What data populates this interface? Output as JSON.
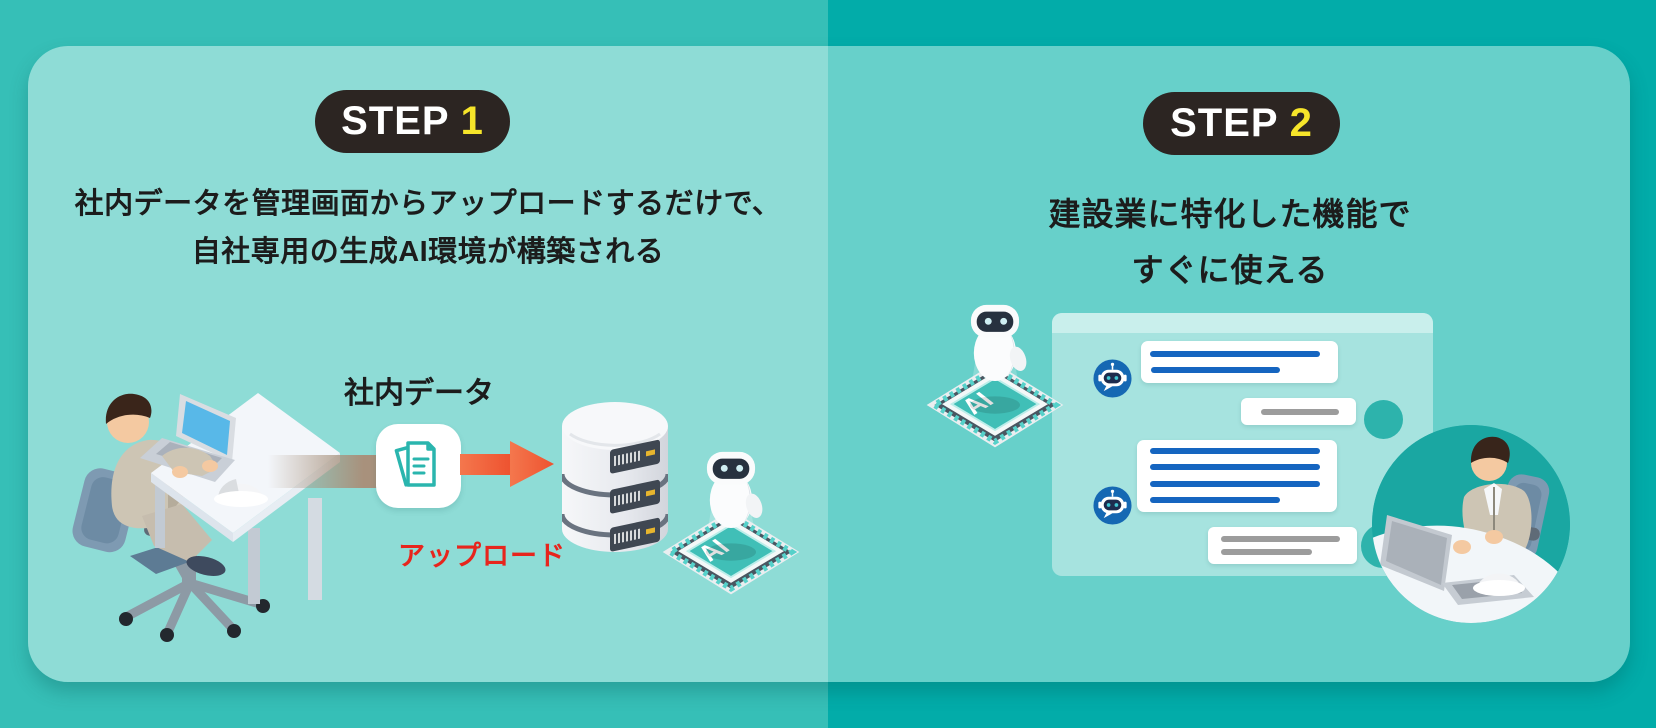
{
  "step1": {
    "badge_label": "STEP",
    "badge_number": "1",
    "heading_line1": "社内データを管理画面からアップロードするだけで、",
    "heading_line2": "自社専用の生成AI環境が構築される",
    "data_label": "社内データ",
    "upload_label": "アップロード",
    "chip_label": "AI"
  },
  "step2": {
    "badge_label": "STEP",
    "badge_number": "2",
    "heading_line1": "建設業に特化した機能で",
    "heading_line2": "すぐに使える",
    "chip_label": "AI"
  },
  "palette": {
    "bg_left": "#36bfb7",
    "bg_right": "#02aca9",
    "card_left": "#8edcd6",
    "card_right": "#67d0ca",
    "badge_bg": "#2c2522",
    "badge_number_yellow": "#f6e52a",
    "heading_text": "#1c1c1c",
    "upload_red": "#e7251d",
    "arrow_orange": "#f15f36",
    "doc_teal": "#2ab5ae",
    "chat_line_blue": "#1565c0",
    "chat_line_gray": "#9c9c9c",
    "bot_avatar_blue": "#1568b3",
    "chat_panel_bg": "#a6e3df",
    "person_circle_teal": "#1aa7a2"
  }
}
